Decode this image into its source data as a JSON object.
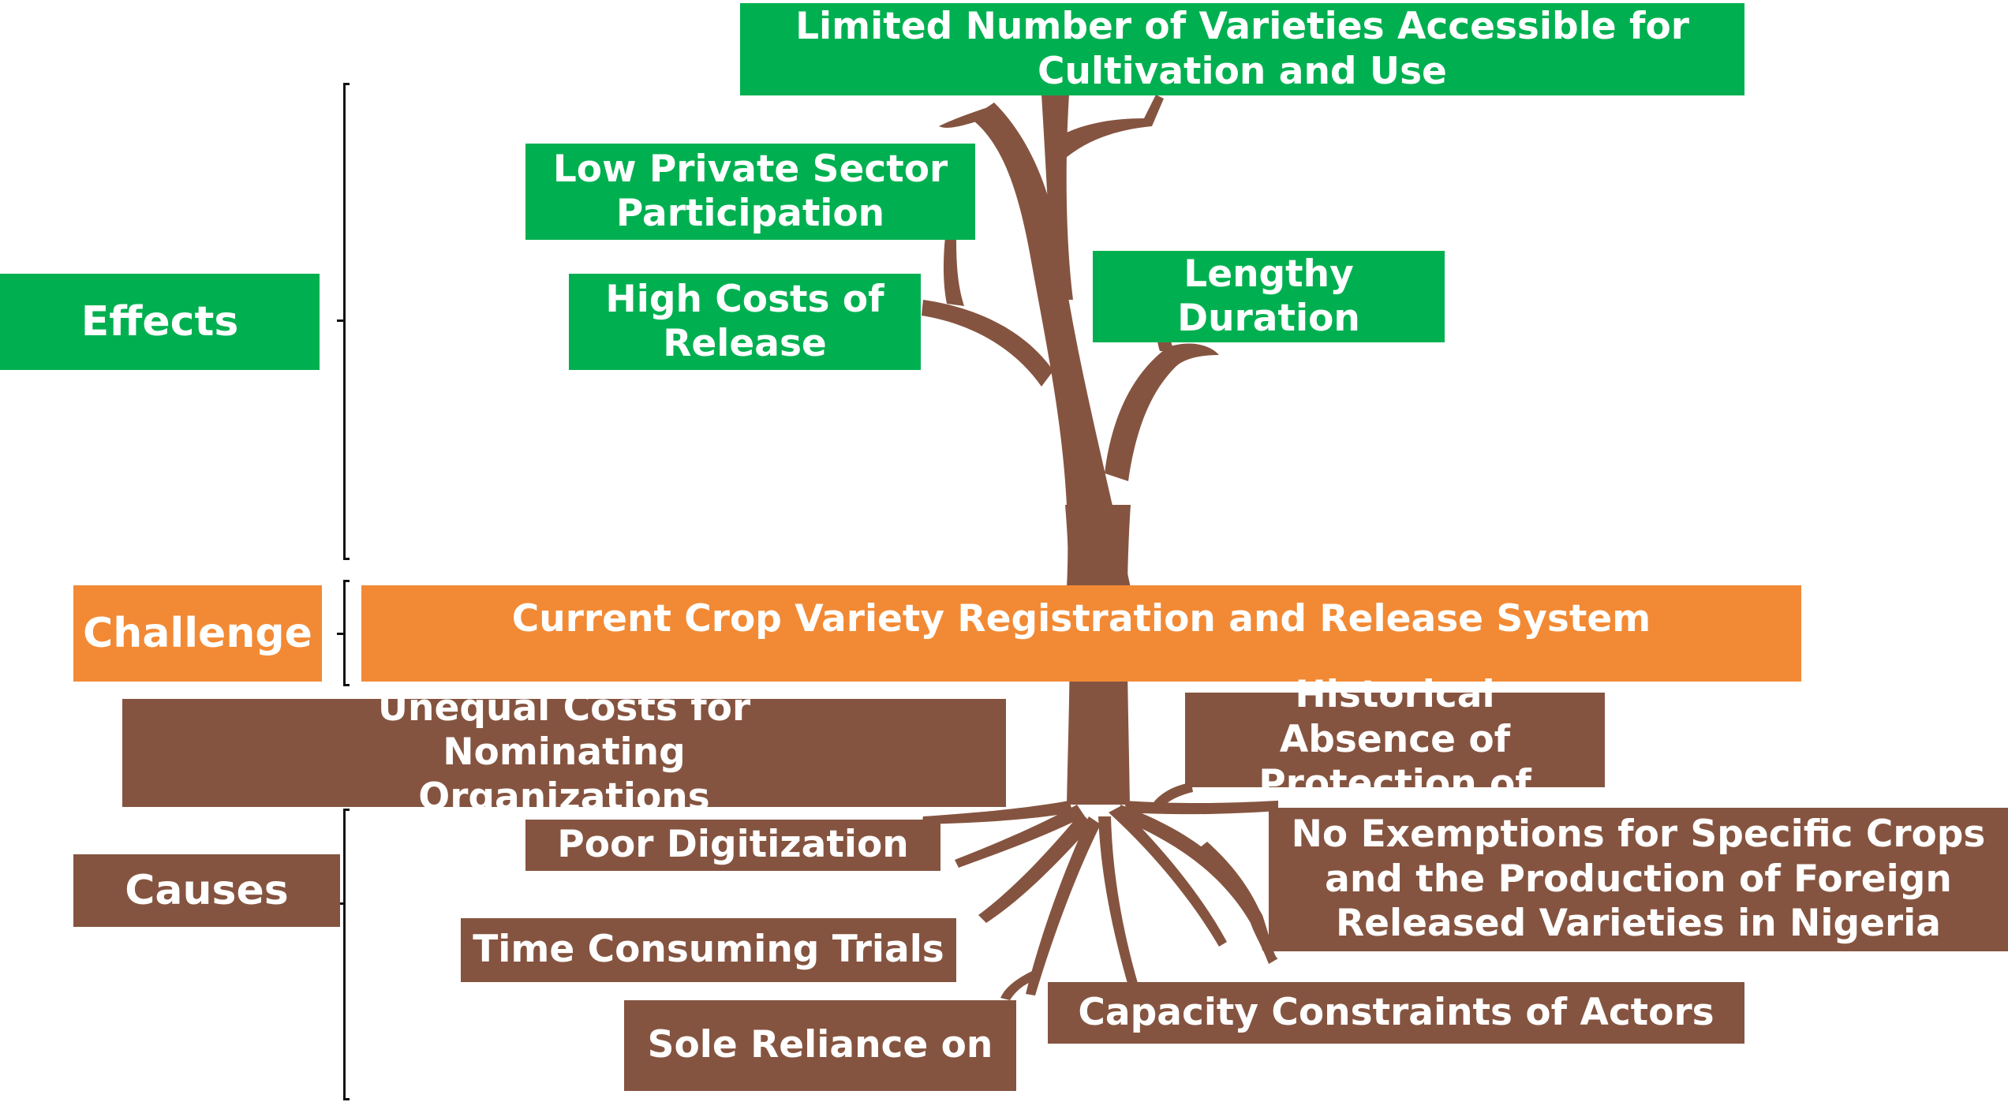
{
  "sections": {
    "effects": "Effects",
    "challenge": "Challenge",
    "causes": "Causes"
  },
  "effects": {
    "limited_varieties": "Limited Number of Varieties Accessible for Cultivation and Use",
    "low_private_sector": "Low Private Sector Participation",
    "high_costs": "High Costs of Release",
    "lengthy_duration": "Lengthy Duration"
  },
  "challenge": {
    "main": "Current Crop Variety Registration and Release System"
  },
  "causes": {
    "unequal_costs": "Unequal Costs for Nominating Organizations",
    "historical_absence": "Historical Absence of Protection of",
    "poor_digitization": "Poor Digitization",
    "no_exemptions": "No Exemptions for Specific Crops and the Production of Foreign Released Varieties in Nigeria",
    "time_consuming_trials": "Time Consuming Trials",
    "capacity_constraints": "Capacity Constraints of Actors",
    "sole_reliance": "Sole Reliance on"
  },
  "colors": {
    "effects": "#00b050",
    "challenge": "#f28a35",
    "causes": "#855440"
  }
}
